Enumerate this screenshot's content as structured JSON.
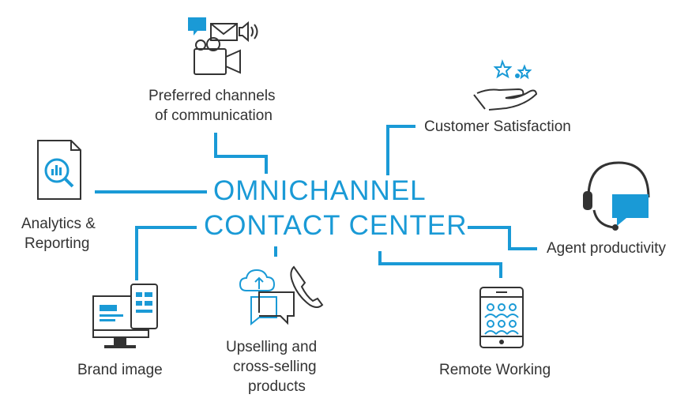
{
  "colors": {
    "accent": "#1a9ad6",
    "stroke": "#333333",
    "text": "#333333"
  },
  "title": {
    "line1": "OMNICHANNEL",
    "line2": "CONTACT CENTER"
  },
  "nodes": {
    "preferred_channels": {
      "line1": "Preferred channels",
      "line2": "of communication",
      "icons": [
        "chat-icon",
        "mail-icon",
        "speaker-icon",
        "video-camera-icon"
      ]
    },
    "customer_satisfaction": {
      "label": "Customer Satisfaction",
      "icon": "hand-stars-icon"
    },
    "analytics": {
      "line1": "Analytics &",
      "line2": "Reporting",
      "icon": "report-magnifier-icon"
    },
    "agent_productivity": {
      "label": "Agent productivity",
      "icon": "headset-icon"
    },
    "brand_image": {
      "label": "Brand image",
      "icon": "monitor-mobile-icon"
    },
    "upselling": {
      "line1": "Upselling and",
      "line2": "cross-selling",
      "line3": "products",
      "icons": [
        "cloud-upload-icon",
        "phone-icon",
        "chat-bubbles-icon"
      ]
    },
    "remote_working": {
      "label": "Remote Working",
      "icon": "mobile-team-icon"
    }
  }
}
